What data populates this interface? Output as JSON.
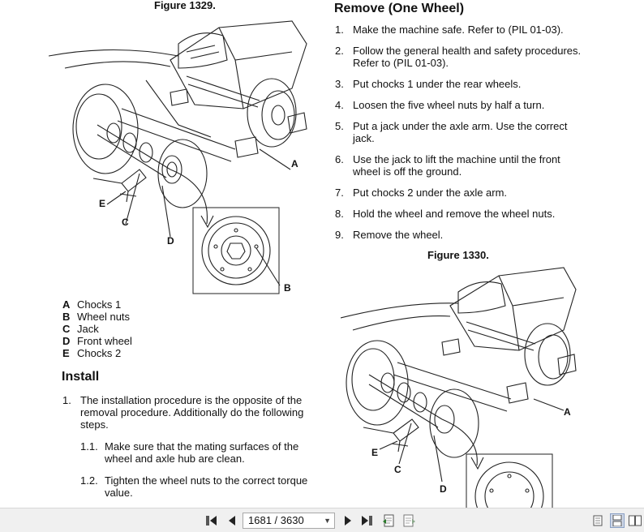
{
  "figure_1329": {
    "title": "Figure 1329.",
    "labels": {
      "a": "A",
      "b": "B",
      "c": "C",
      "d": "D",
      "e": "E"
    }
  },
  "legend": [
    {
      "key": "A",
      "text": "Chocks 1"
    },
    {
      "key": "B",
      "text": "Wheel nuts"
    },
    {
      "key": "C",
      "text": "Jack"
    },
    {
      "key": "D",
      "text": "Front wheel"
    },
    {
      "key": "E",
      "text": "Chocks 2"
    }
  ],
  "install": {
    "heading": "Install",
    "item1_num": "1.",
    "item1_text": "The installation procedure is the opposite of the removal procedure. Additionally do the following steps.",
    "sub1_num": "1.1.",
    "sub1_text": "Make sure that the mating surfaces of the wheel and axle hub are clean.",
    "sub2_num": "1.2.",
    "sub2_text": "Tighten the wheel nuts to the correct torque value."
  },
  "remove": {
    "heading": "Remove (One Wheel)",
    "steps": [
      {
        "num": "1.",
        "text": "Make the machine safe. Refer to (PIL 01-03)."
      },
      {
        "num": "2.",
        "text": "Follow the general health and safety procedures. Refer to (PIL 01-03)."
      },
      {
        "num": "3.",
        "text": "Put chocks 1 under the rear wheels."
      },
      {
        "num": "4.",
        "text": "Loosen the five wheel nuts by half a turn."
      },
      {
        "num": "5.",
        "text": "Put a jack under the axle arm. Use the correct jack."
      },
      {
        "num": "6.",
        "text": "Use the jack to lift the machine until the front wheel is off the ground."
      },
      {
        "num": "7.",
        "text": "Put chocks 2 under the axle arm."
      },
      {
        "num": "8.",
        "text": "Hold the wheel and remove the wheel nuts."
      },
      {
        "num": "9.",
        "text": "Remove the wheel."
      }
    ]
  },
  "figure_1330": {
    "title": "Figure 1330.",
    "labels": {
      "a": "A",
      "c": "C",
      "d": "D",
      "e": "E"
    }
  },
  "toolbar": {
    "page_value": "1681 / 3630",
    "icons": [
      "first-page-icon",
      "previous-page-icon",
      "next-page-icon",
      "last-page-icon",
      "go-back-icon",
      "go-forward-icon",
      "single-page-view-icon",
      "continuous-view-icon",
      "facing-view-icon"
    ]
  }
}
